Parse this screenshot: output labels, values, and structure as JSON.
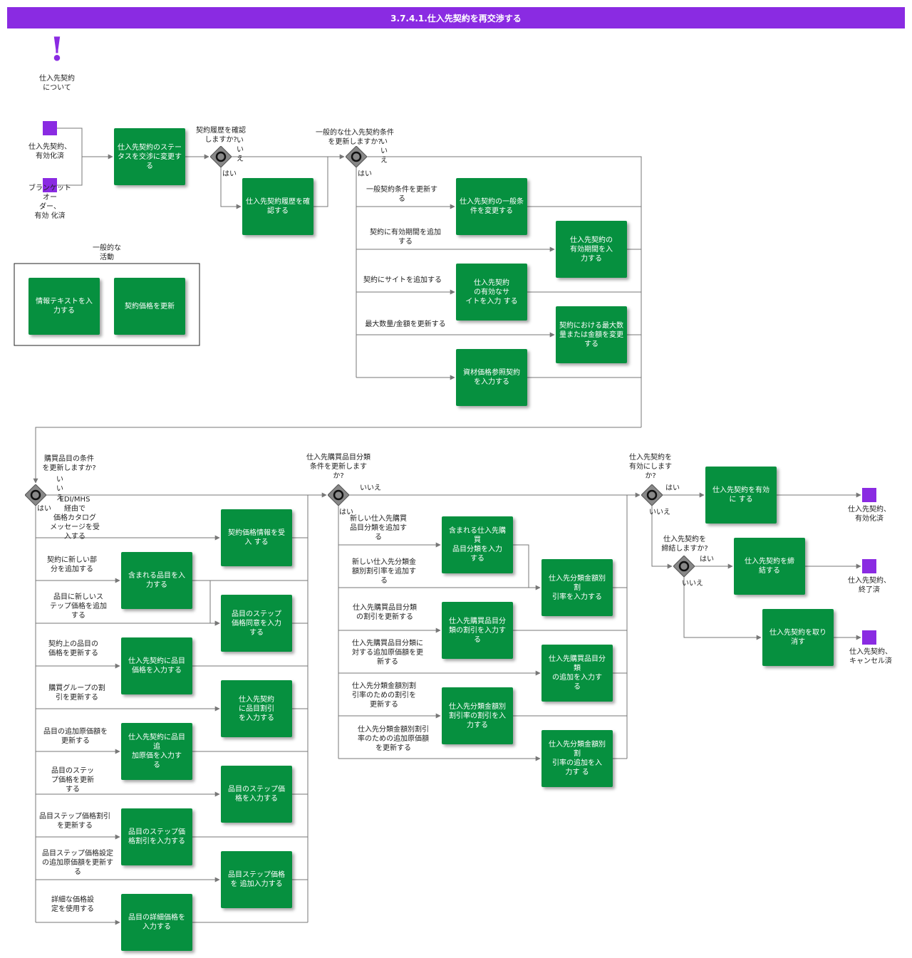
{
  "title": "3.7.4.1.仕入先契約を再交渉する",
  "colors": {
    "header": "#8a2be2",
    "task": "#06903f",
    "event": "#8a2be2",
    "gateway": "#888888"
  },
  "about": {
    "icon": "exclamation-icon",
    "label": "仕入先契約\nについて"
  },
  "start_events": {
    "e1": "仕入先契約、\n有効化済",
    "e2": "ブランケット\nオー\nダー、\n有効 化済"
  },
  "general": {
    "label": "一般的な\n活動",
    "t1": "情報テキストを入\n力する",
    "t2": "契約価格を更新"
  },
  "tasks": {
    "change_status": "仕入先契約のステー\nタスを交渉に変更す\nる",
    "confirm_history": "仕入先契約履歴を確\n認する",
    "change_general": "仕入先契約の一般条\n件を変更する",
    "enter_period": "仕入先契約の\n有効期間を入\n力する",
    "enter_site": "仕入先契約\nの有効なサ\nイトを入力 する",
    "change_max": "契約における最大数\n量または金額を変更\nする",
    "material_price": "資材価格参照契約\nを入力する",
    "receive_price": "契約価格情報を受\n入 する",
    "include_items": "含まれる品目を入\n力する",
    "step_price_agree": "品目のステップ\n価格同意を入力\nする",
    "item_price": "仕入先契約に品目\n価格を入力する",
    "item_discount": "仕入先契約\nに品目割引\nを入力する",
    "item_addcost": "仕入先契約に品目\n追\n加原価を入力す\nる",
    "step_price": "品目のステップ価\n格を入力する",
    "step_discount": "品目のステップ価\n格割引を入力する",
    "step_addcost": "品目ステップ価格\nを 追加入力する",
    "detail_price": "品目の詳細価格を\n入力する",
    "include_cats": "含まれる仕入先購\n買\n品目分類を入力\nする",
    "cat_amount_disc": "仕入先分類金額別\n割\n引率を入力する",
    "cat_discount": "仕入先購買品目分\n類の割引を入力す\nる",
    "cat_addcost": "仕入先購買品目分\n類\nの追加を入力す\nる",
    "cat_amount_disc2": "仕入先分類金額別\n割引率の割引を入\n力する",
    "cat_amount_add": "仕入先分類金額別\n割\n引率の追加を入\n力す る",
    "activate": "仕入先契約を有効\nに する",
    "conclude": "仕入先契約を締\n結する",
    "cancel": "仕入先契約を取り\n消す"
  },
  "gateways": {
    "g1": "契約履歴を確認\nしますか?",
    "g2": "一般的な仕入先契約条件\nを更新しますか?",
    "g3": "購買品目の条件\nを更新しますか?",
    "g4": "仕入先購買品目分類\n条件を更新します\nか?",
    "g5": "仕入先契約を\n有効にします\nか?",
    "g6": "仕入先契約を\n締結しますか?"
  },
  "answers": {
    "yes": "はい",
    "no_v": "い\nい\nえ",
    "no_h": "いいえ"
  },
  "branch_labels": {
    "b_general": "一般契約条件を更新す\nる",
    "b_period": "契約に有効期間を追加\nする",
    "b_site": "契約にサイトを追加する",
    "b_max": "最大数量/金額を更新する",
    "b_edi": "EDI/MHS\n経由で\n価格カタログ\nメッセージを受\n入する",
    "b_newpart": "契約に新しい部\n分を追加する",
    "b_newstep": "品目に新しいス\nテップ価格を追加\nする",
    "b_itemprice": "契約上の品目の\n価格を更新する",
    "b_groupdisc": "購買グループの割\n引を更新する",
    "b_addcost": "品目の追加原価額を\n更新する",
    "b_stepprice": "品目のステッ\nプ価格を更新\nする",
    "b_stepdisc": "品目ステップ価格割引\nを更新する",
    "b_stepadd": "品目ステップ価格設定\nの追加原価額を更新す\nる",
    "b_detail": "詳細な価格設\n定を使用する",
    "b_newcat": "新しい仕入先購買\n品目分類を追加す\nる",
    "b_newcatamt": "新しい仕入先分類金\n額別割引率を追加す\nる",
    "b_catdisc": "仕入先購買品目分類\nの割引を更新する",
    "b_catadd": "仕入先購買品目分類に\n対する追加原価額を更\n新する",
    "b_amtdisc": "仕入先分類金額別割\n引率のための割引を\n更新する",
    "b_amtadd": "仕入先分類金額別割引\n率のための追加原価額\nを更新する"
  },
  "end_events": {
    "activated": "仕入先契約、\n有効化済",
    "closed": "仕入先契約、\n終了済",
    "cancelled": "仕入先契約、\nキャンセル済"
  }
}
